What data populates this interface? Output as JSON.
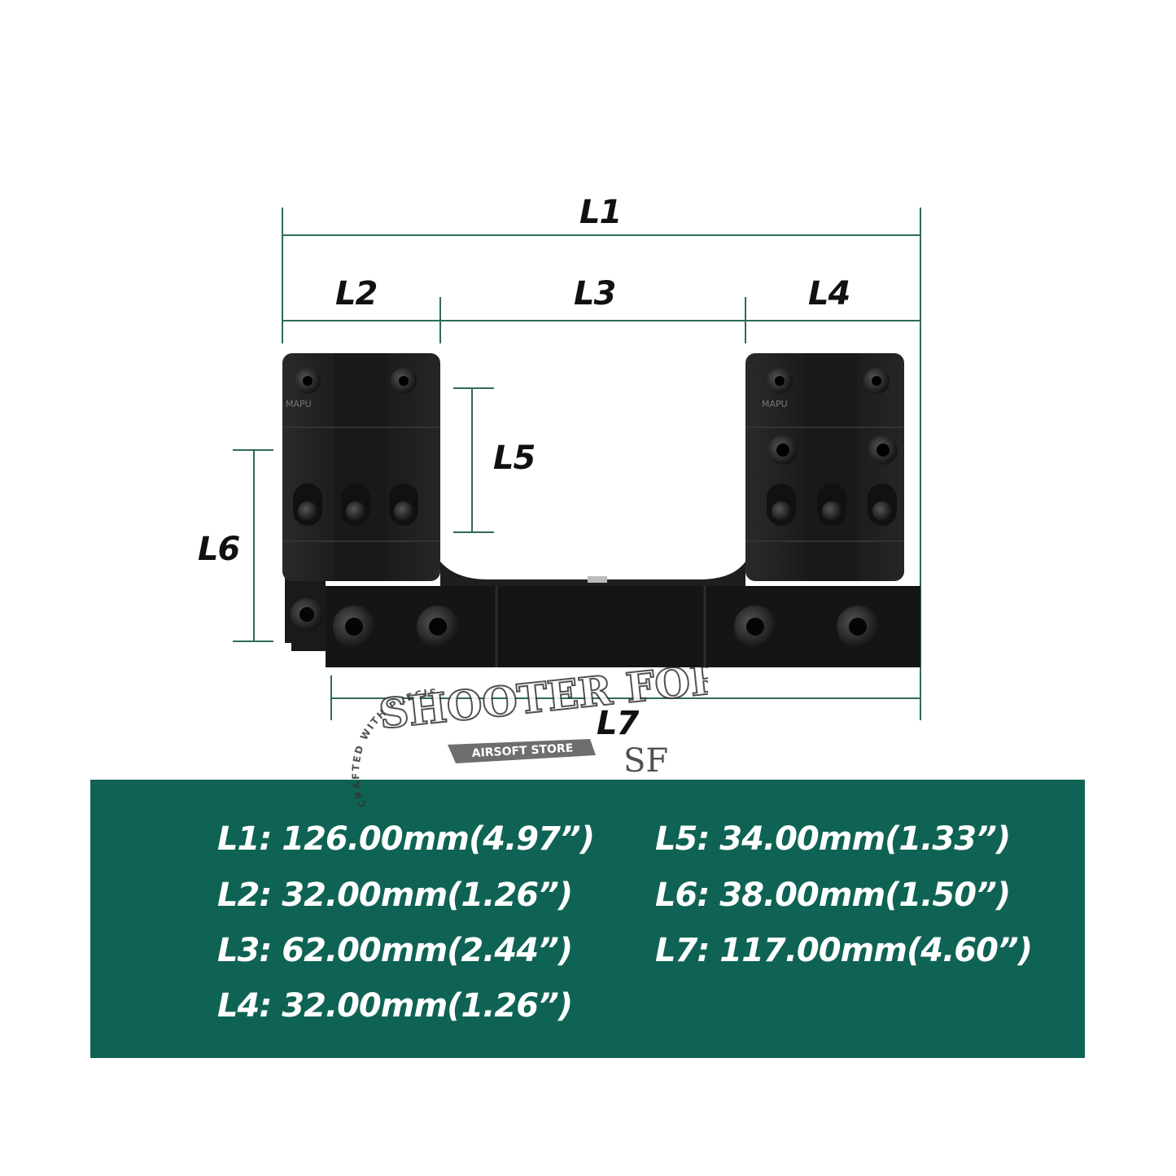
{
  "labels": {
    "l1": "L1",
    "l2": "L2",
    "l3": "L3",
    "l4": "L4",
    "l5": "L5",
    "l6": "L6",
    "l7": "L7"
  },
  "specs": [
    "L1: 126.00mm(4.97”)",
    "L2: 32.00mm(1.26”)",
    "L3: 62.00mm(2.44”)",
    "L4: 32.00mm(1.26”)",
    "L5: 34.00mm(1.33”)",
    "L6: 38.00mm(1.50”)",
    "L7: 117.00mm(4.60”)"
  ],
  "engraving": {
    "left_ring_brand": "MAPU",
    "right_ring_brand": "MAPU"
  },
  "watermark": {
    "brand": "SHOOTER FORCE",
    "tagline": "CRAFTED WITH PRECISION",
    "banner": "AIRSOFT STORE",
    "monogram": "SF"
  },
  "colors": {
    "dimension_line": "#2f6b58",
    "panel": "#0f6354",
    "mount": "#1c1c1c"
  }
}
